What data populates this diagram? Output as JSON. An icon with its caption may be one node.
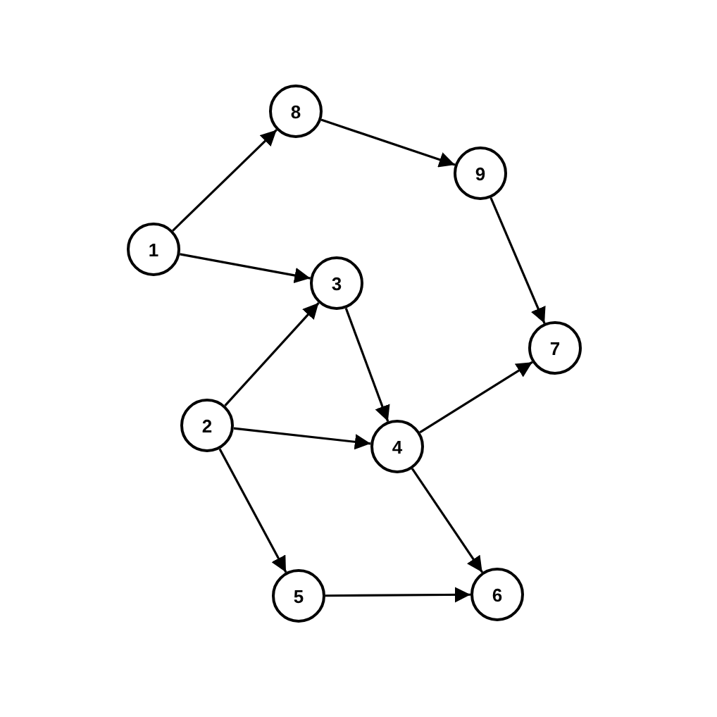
{
  "diagram": {
    "nodes": [
      {
        "text": [
          "8"
        ]
      },
      {
        "text": [
          "9"
        ]
      },
      {
        "text": [
          "1"
        ]
      },
      {
        "text": [
          "3"
        ]
      },
      {
        "text": [
          "7"
        ]
      },
      {
        "text": [
          "2"
        ]
      },
      {
        "text": [
          "4"
        ]
      },
      {
        "text": [
          "5"
        ]
      },
      {
        "text": [
          "6"
        ]
      }
    ],
    "edges": [
      {
        "from": 2,
        "to": 0,
        "arrow": "to"
      },
      {
        "from": 0,
        "to": 1,
        "arrow": "to"
      },
      {
        "from": 1,
        "to": 4,
        "arrow": "to"
      },
      {
        "from": 2,
        "to": 3,
        "arrow": "to"
      },
      {
        "from": 5,
        "to": 3,
        "arrow": "to"
      },
      {
        "from": 3,
        "to": 6,
        "arrow": "to"
      },
      {
        "from": 5,
        "to": 6,
        "arrow": "to"
      },
      {
        "from": 6,
        "to": 4,
        "arrow": "to"
      },
      {
        "from": 5,
        "to": 7,
        "arrow": "to"
      },
      {
        "from": 6,
        "to": 8,
        "arrow": "to"
      },
      {
        "from": 7,
        "to": 8,
        "arrow": "to"
      }
    ]
  }
}
